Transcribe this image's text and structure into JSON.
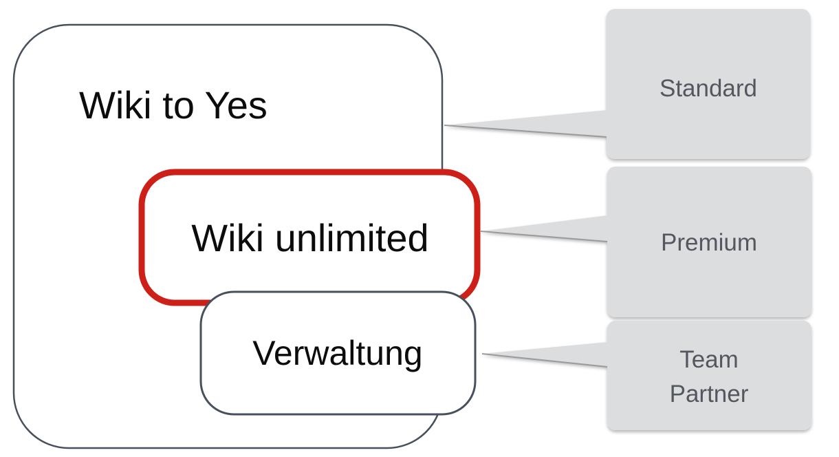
{
  "nodes": {
    "wiki_to_yes": {
      "label": "Wiki to Yes"
    },
    "wiki_unlimited": {
      "label": "Wiki unlimited"
    },
    "verwaltung": {
      "label": "Verwaltung"
    }
  },
  "callouts": {
    "standard": {
      "label": "Standard"
    },
    "premium": {
      "label": "Premium"
    },
    "team_partner": {
      "line1": "Team",
      "line2": "Partner"
    }
  },
  "connections": [
    {
      "from": "wiki_to_yes",
      "to": "standard"
    },
    {
      "from": "wiki_unlimited",
      "to": "premium"
    },
    {
      "from": "verwaltung",
      "to": "team_partner"
    }
  ],
  "colors": {
    "background": "#ffffff",
    "node_fill": "#ffffff",
    "node_outline": "#47505c",
    "highlight_red": "#cd2018",
    "node_text": "#0c0c0c",
    "callout_fill": "#dcddde",
    "callout_text": "#53575f",
    "tail_edge": "#9a9b9e"
  }
}
